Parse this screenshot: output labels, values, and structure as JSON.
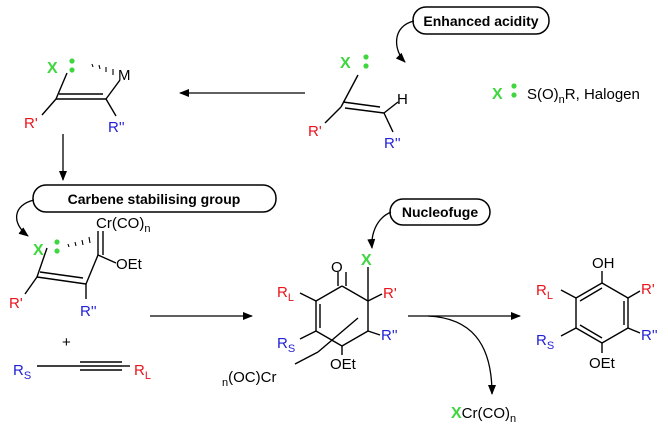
{
  "colors": {
    "red": "#e8141c",
    "blue": "#1f1fd6",
    "green": "#3fd63f",
    "black": "#000000"
  },
  "labels": {
    "enhanced_acidity": "Enhanced acidity",
    "carbene_group": "Carbene stabilising group",
    "nucleofuge": "Nucleofuge",
    "legend_rest": "S(O)",
    "legend_n": "n",
    "legend_tail": "R, Halogen"
  },
  "atoms": {
    "X": "X",
    "H": "H",
    "M": "M",
    "R1": "R'",
    "R2": "R''",
    "Cr": "Cr(CO)",
    "n": "n",
    "OEt": "OEt",
    "plus": "+",
    "R": "R",
    "S": "S",
    "L": "L",
    "O": "O",
    "OH": "OH",
    "ocCr_pre": "n",
    "ocCr": "(OC)Cr",
    "xcr": "Cr(CO)"
  }
}
